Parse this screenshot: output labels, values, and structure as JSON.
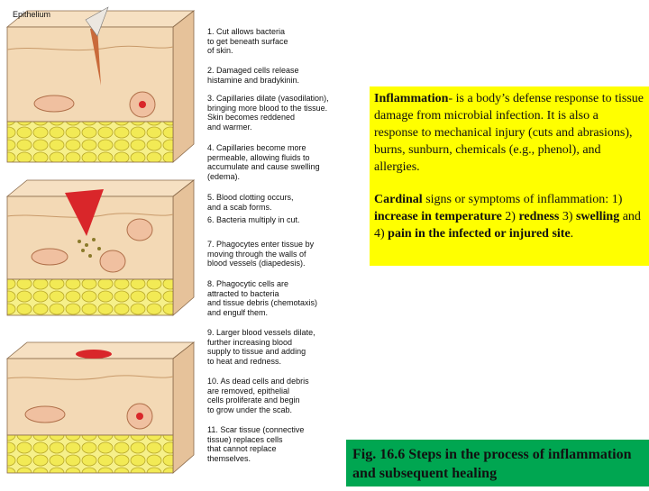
{
  "figure": {
    "epithelium_label": "Epithelium",
    "steps": [
      "1. Cut allows bacteria\nto get beneath surface\nof skin.",
      "2. Damaged cells release\nhistamine and bradykinin.",
      "3. Capillaries dilate (vasodilation),\nbringing more blood to the tissue.\nSkin becomes reddened\nand warmer.",
      "4. Capillaries become more\npermeable, allowing fluids to\naccumulate and cause swelling\n(edema).",
      "5. Blood clotting occurs,\nand a scab forms.",
      "6. Bacteria multiply in cut.",
      "7. Phagocytes enter tissue by\nmoving through the walls of\nblood vessels (diapedesis).",
      "8. Phagocytic cells are\nattracted to bacteria\nand tissue debris (chemotaxis)\nand engulf them.",
      "9. Larger blood vessels dilate,\nfurther increasing blood\nsupply to tissue and adding\nto heat and redness.",
      "10. As dead cells and debris\nare removed, epithelial\ncells proliferate and begin\nto grow under the scab.",
      "11. Scar tissue (connective\ntissue) replaces cells\nthat cannot replace\nthemselves."
    ]
  },
  "info": {
    "p1_term": "Inflammation",
    "p1_rest": "- is a body’s defense response to tissue damage from microbial infection. It is also a response to mechanical injury (cuts and abrasions), burns, sunburn, chemicals (e.g., phenol), and allergies.",
    "p2_term": "Cardinal",
    "p2_mid": " signs or symptoms of inflammation: ",
    "p2_s1_num": "1) ",
    "p2_s1": "increase in temperature",
    "p2_s2_num": " 2) ",
    "p2_s2": "redness",
    "p2_s3_num": " 3) ",
    "p2_s3": "swelling",
    "p2_and": " and 4) ",
    "p2_s4": "pain in the infected or injured site",
    "p2_end": "."
  },
  "caption": "Fig. 16.6 Steps in the process  of inflammation and  subsequent healing",
  "colors": {
    "info_bg": "#ffff00",
    "caption_bg": "#00a651",
    "skin": "#f3d9b5",
    "fat": "#f2ef7a",
    "blood": "#d9262a"
  }
}
